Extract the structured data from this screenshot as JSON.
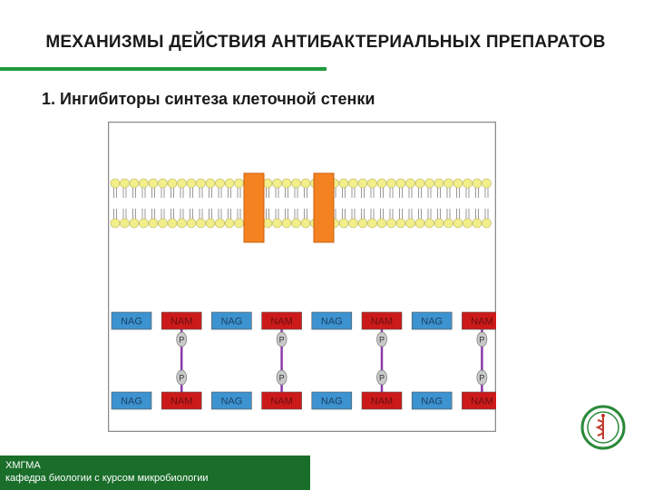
{
  "slide": {
    "title": "МЕХАНИЗМЫ ДЕЙСТВИЯ АНТИБАКТЕРИАЛЬНЫХ ПРЕПАРАТОВ",
    "subtitle": "1. Ингибиторы синтеза клеточной стенки"
  },
  "diagram": {
    "top_row": [
      "NAG",
      "NAM",
      "NAG",
      "NAM",
      "NAG",
      "NAM",
      "NAG",
      "NAM"
    ],
    "bottom_row": [
      "NAG",
      "NAM",
      "NAG",
      "NAM",
      "NAG",
      "NAM",
      "NAG",
      "NAM"
    ],
    "bridge_label": "P",
    "colors": {
      "nag": "#3d93cf",
      "nam": "#cc1a1a",
      "bridge": "#8a3aa8",
      "membrane_protein": "#f58220",
      "lipid_head": "#f2ee8a"
    }
  },
  "footer": {
    "line1": "ХМГМА",
    "line2": "кафедра биологии с курсом микробиологии"
  },
  "logo": {
    "icon": "university-emblem-icon"
  },
  "colors": {
    "accent": "#1f9a3b",
    "footer_bg": "#1a6e2a"
  }
}
